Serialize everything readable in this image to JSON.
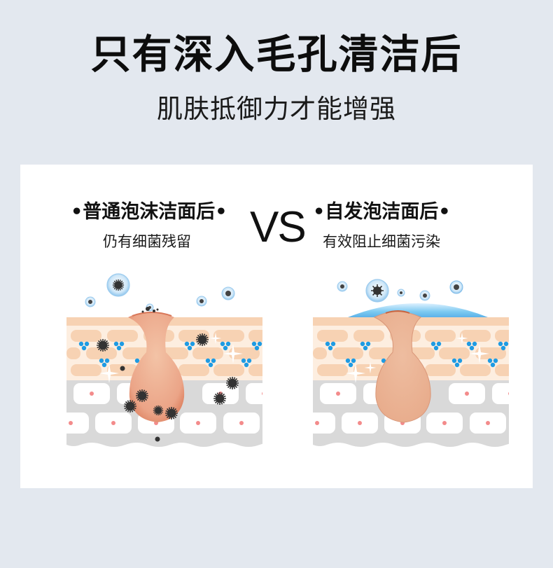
{
  "header": {
    "title": "只有深入毛孔清洁后",
    "subtitle": "肌肤抵御力才能增强"
  },
  "comparison": {
    "vs_label": "VS",
    "left": {
      "title": "•普通泡沫洁面后•",
      "subtitle": "仍有细菌残留",
      "diagram": "skin-cross-section-with-bacteria"
    },
    "right": {
      "title": "•自发泡洁面后•",
      "subtitle": "有效阻止细菌污染",
      "diagram": "skin-cross-section-protected"
    }
  },
  "colors": {
    "page_bg": "#e3e8ef",
    "card_bg": "#ffffff",
    "epidermis": "#f7d2b3",
    "epidermis_light": "#fdeee0",
    "dermis": "#d9d9d9",
    "pore": "#eeb99a",
    "pore_inflamed": "#e58f6e",
    "moisture_dot": "#1e9be3",
    "bacteria": "#333333",
    "bubble": "#a9d4f2",
    "cell_nucleus": "#f38b8b",
    "shield": "#6ec3ef"
  }
}
